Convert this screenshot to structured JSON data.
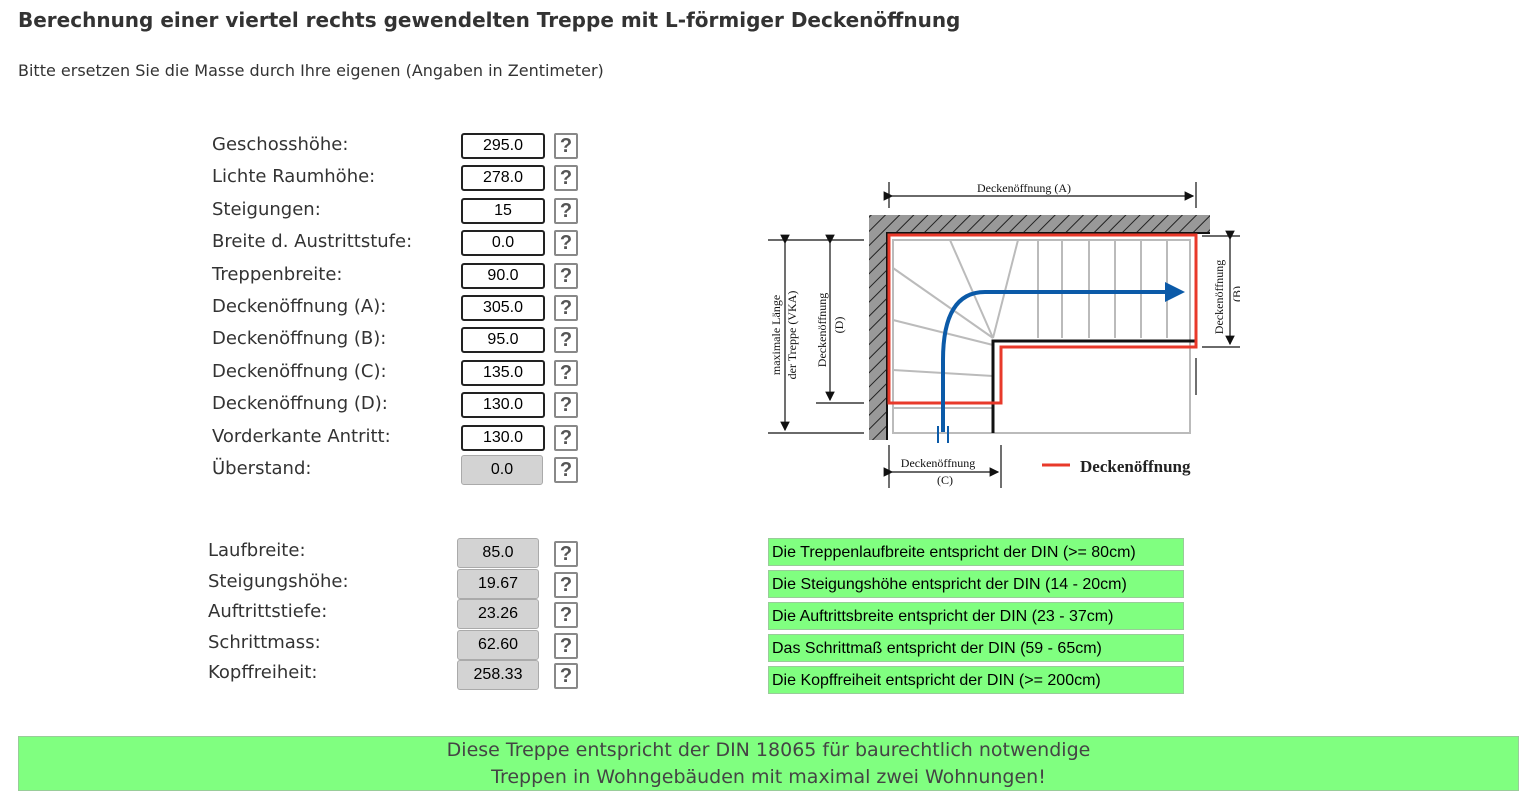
{
  "title": "Berechnung einer viertel rechts gewendelten Treppe mit L-förmiger Deckenöffnung",
  "subtitle": "Bitte ersetzen Sie die Masse durch Ihre eigenen (Angaben in Zentimeter)",
  "help_label": "?",
  "inputs": [
    {
      "label": "Geschosshöhe:",
      "value": "295.0"
    },
    {
      "label": "Lichte Raumhöhe:",
      "value": "278.0"
    },
    {
      "label": "Steigungen:",
      "value": "15"
    },
    {
      "label": "Breite d. Austrittstufe:",
      "value": "0.0"
    },
    {
      "label": "Treppenbreite:",
      "value": "90.0"
    },
    {
      "label": "Deckenöffnung (A):",
      "value": "305.0"
    },
    {
      "label": "Deckenöffnung (B):",
      "value": "95.0"
    },
    {
      "label": "Deckenöffnung (C):",
      "value": "135.0"
    },
    {
      "label": "Deckenöffnung (D):",
      "value": "130.0"
    },
    {
      "label": "Vorderkante Antritt:",
      "value": "130.0"
    },
    {
      "label": "Überstand:",
      "value": "0.0"
    }
  ],
  "results": [
    {
      "label": "Laufbreite:",
      "value": "85.0",
      "status": "Die Treppenlaufbreite entspricht der DIN (>= 80cm)"
    },
    {
      "label": "Steigungshöhe:",
      "value": "19.67",
      "status": "Die Steigungshöhe entspricht der DIN (14 - 20cm)"
    },
    {
      "label": "Auftrittstiefe:",
      "value": "23.26",
      "status": "Die Auftrittsbreite entspricht der DIN (23 - 37cm)"
    },
    {
      "label": "Schrittmass:",
      "value": "62.60",
      "status": "Das Schrittmaß entspricht der DIN (59 - 65cm)"
    },
    {
      "label": "Kopffreiheit:",
      "value": "258.33",
      "status": "Die Kopffreiheit entspricht der DIN (>= 200cm)"
    }
  ],
  "diagram": {
    "a": "Deckenöffnung (A)",
    "b1": "Deckenöffnung",
    "b2": "(B)",
    "c1": "Deckenöffnung",
    "c2": "(C)",
    "d1": "Deckenöffnung",
    "d2": "(D)",
    "vka1": "maximale Länge",
    "vka2": "der Treppe (VKA)",
    "legend": "Deckenöffnung"
  },
  "final": {
    "line1": "Diese Treppe entspricht der DIN 18065 für baurechtlich notwendige",
    "line2": "Treppen in Wohngebäuden mit maximal zwei Wohnungen!"
  },
  "colors": {
    "ok": "#80ff80",
    "opening": "#e8392a",
    "arrow": "#0b5aa8"
  }
}
